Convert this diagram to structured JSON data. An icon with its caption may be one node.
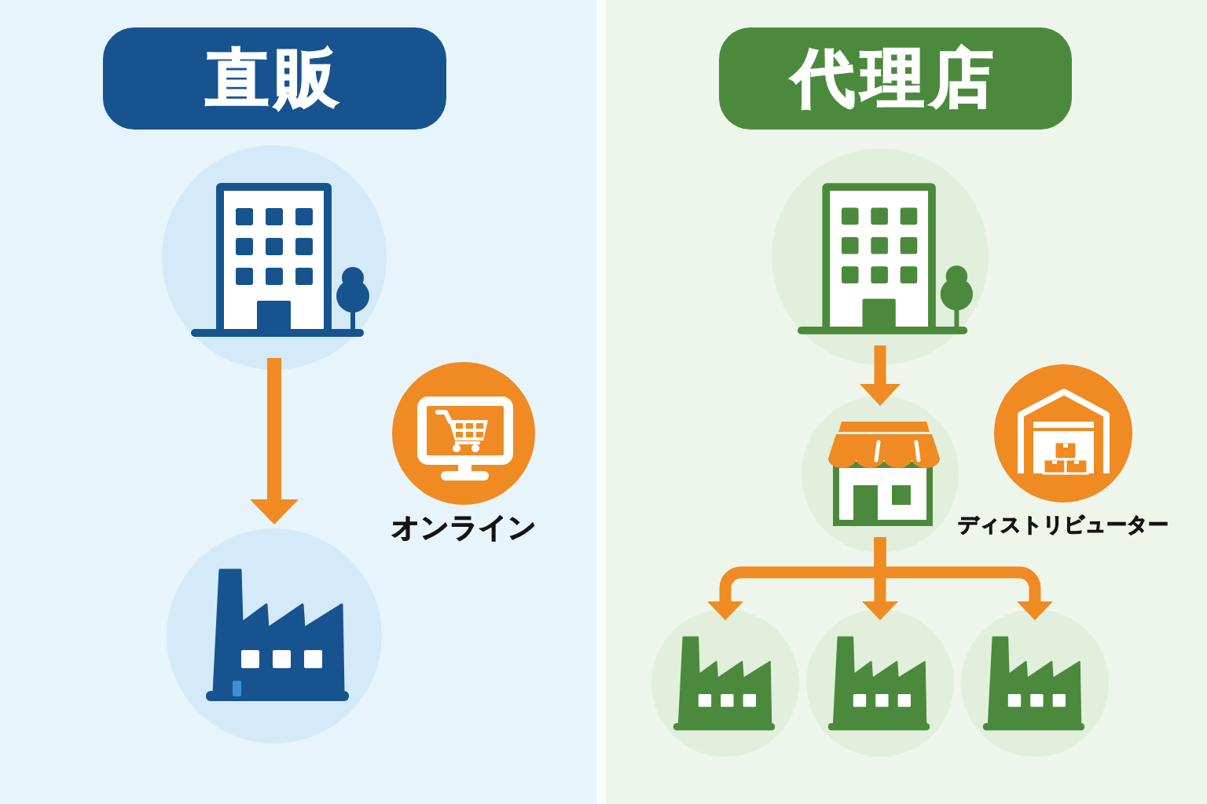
{
  "diagram": {
    "nodes": [
      {
        "text": [
          "直販"
        ]
      },
      {
        "text": [],
        "shape": "picture"
      },
      {
        "text": [],
        "shape": "picture"
      },
      {
        "text": [
          "オンライン"
        ]
      },
      {
        "text": [
          "代理店"
        ]
      },
      {
        "text": [],
        "shape": "picture"
      },
      {
        "text": [],
        "shape": "picture"
      },
      {
        "text": [],
        "shape": "picture"
      },
      {
        "text": [],
        "shape": "picture"
      },
      {
        "text": [],
        "shape": "picture"
      },
      {
        "text": [
          "ディストリビューター"
        ]
      }
    ],
    "edges": [
      {
        "from": 1,
        "to": 2,
        "arrow": "to"
      },
      {
        "from": 5,
        "to": 6,
        "arrow": "to"
      },
      {
        "from": 6,
        "to": 7,
        "arrow": "to"
      },
      {
        "from": 6,
        "to": 8,
        "arrow": "to"
      },
      {
        "from": 6,
        "to": 9,
        "arrow": "to"
      }
    ]
  }
}
